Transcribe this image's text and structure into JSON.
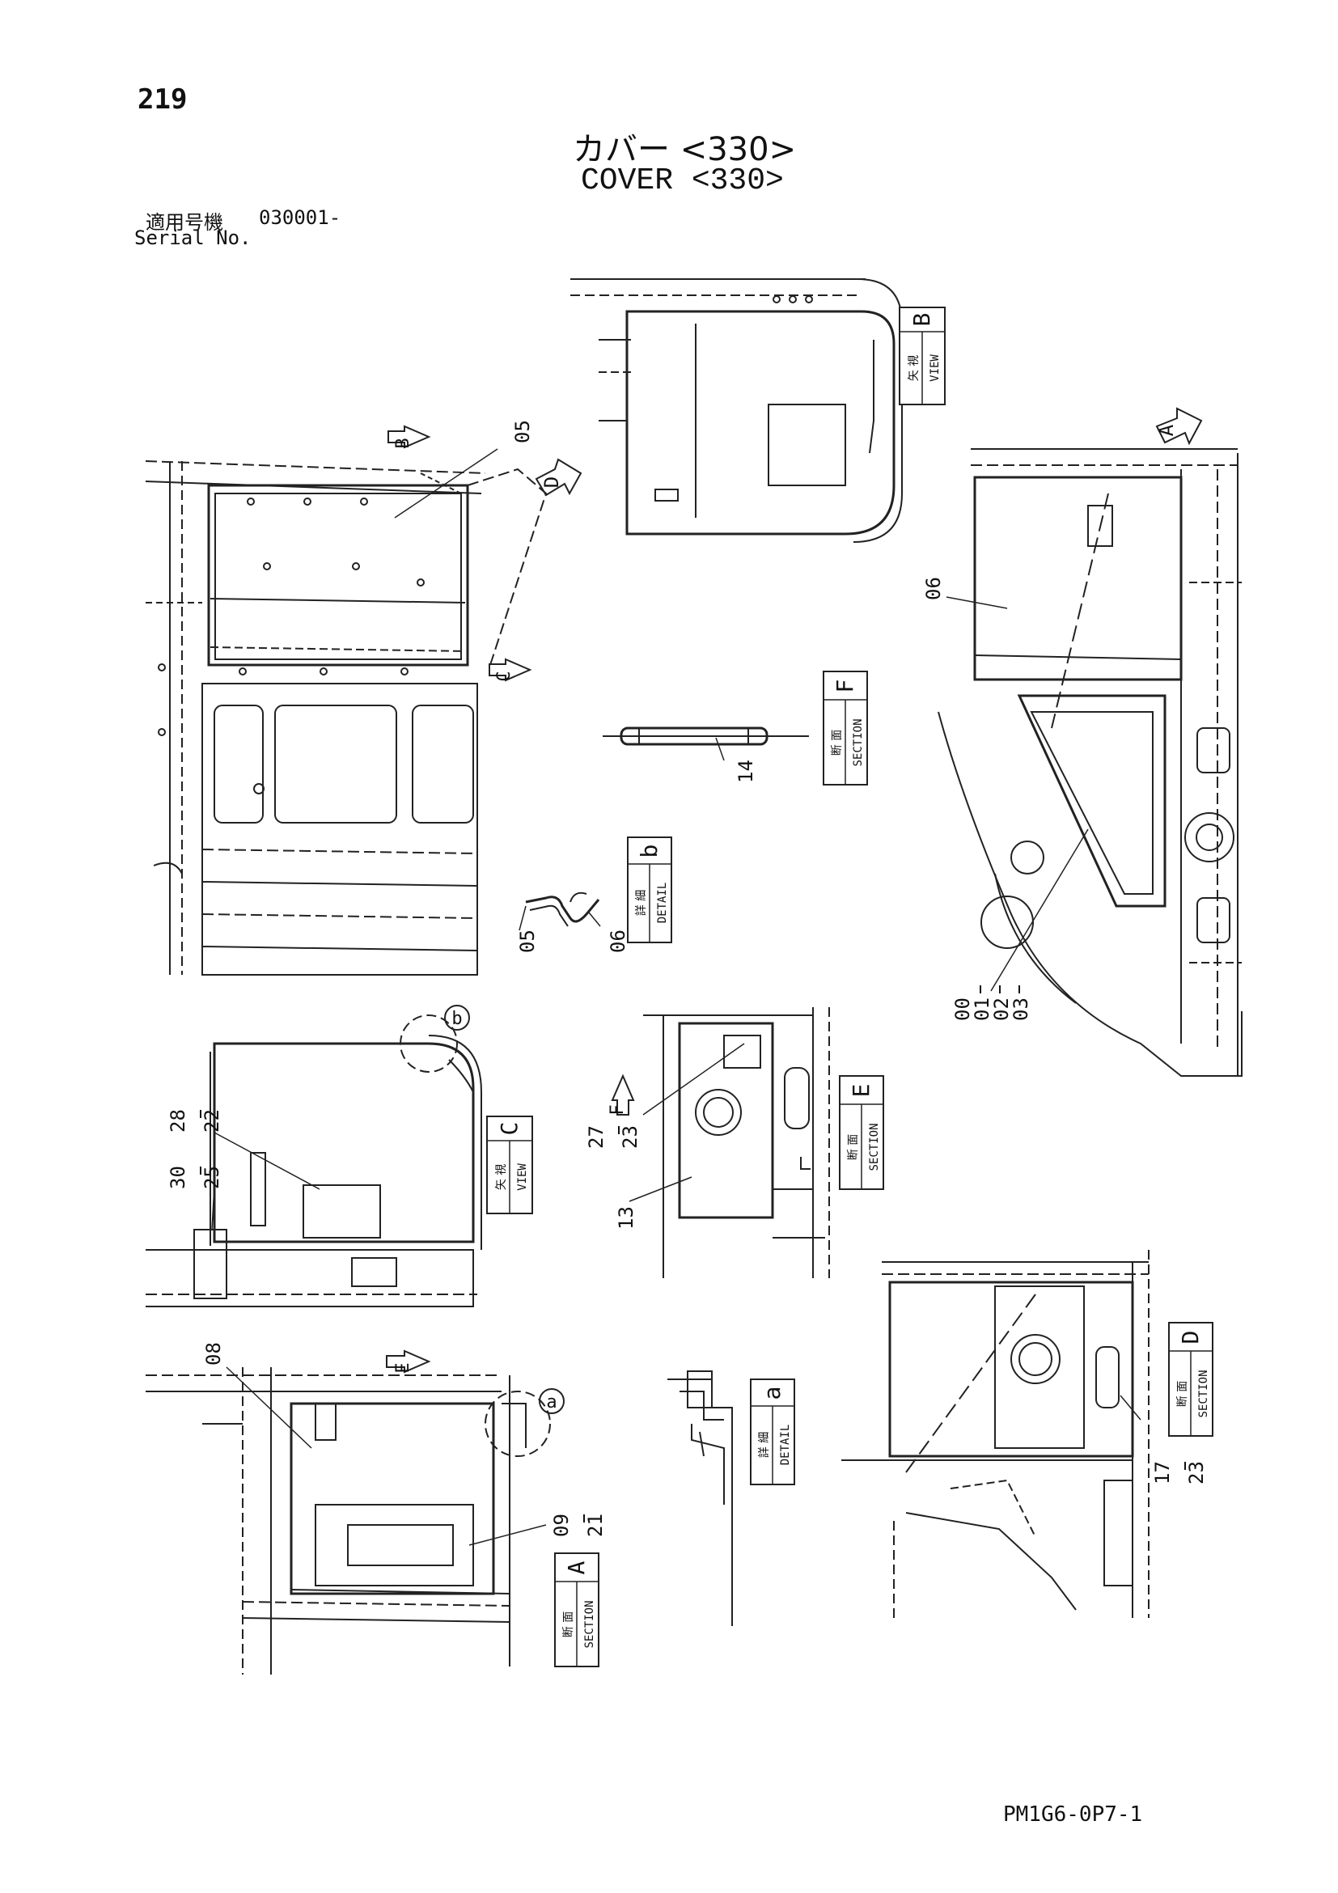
{
  "header": {
    "page_number": "219",
    "title_ja": "カバー <330>",
    "title_en": "COVER <330>",
    "serial_label_ja": "適用号機",
    "serial_value": "030001-",
    "serial_label_en": "Serial No."
  },
  "footer": {
    "drawing_code": "PM1G6-0P7-1"
  },
  "views": {
    "view_b": {
      "ja": "矢 視",
      "en": "VIEW",
      "letter": "B"
    },
    "view_c": {
      "ja": "矢 視",
      "en": "VIEW",
      "letter": "C"
    },
    "section_f": {
      "ja": "断 面",
      "en": "SECTION",
      "letter": "F"
    },
    "section_e": {
      "ja": "断 面",
      "en": "SECTION",
      "letter": "E"
    },
    "section_d": {
      "ja": "断 面",
      "en": "SECTION",
      "letter": "D"
    },
    "section_a": {
      "ja": "断 面",
      "en": "SECTION",
      "letter": "A"
    },
    "detail_b": {
      "ja": "詳 細",
      "en": "DETAIL",
      "letter": "b"
    },
    "detail_a": {
      "ja": "詳 細",
      "en": "DETAIL",
      "letter": "a"
    }
  },
  "arrows": {
    "a": "A",
    "b": "B",
    "c": "C",
    "d": "D",
    "e": "E",
    "f": "F"
  },
  "circles": {
    "b": "b",
    "a": "a"
  },
  "callouts": {
    "c05_top": "05",
    "c06_right": "06",
    "c14": "14",
    "c05_detail": "05",
    "c06_detail": "06",
    "c00_03": [
      "00",
      "01",
      "02",
      "03"
    ],
    "c28_22": [
      "28",
      "22"
    ],
    "c30_25": [
      "30",
      "25"
    ],
    "c27_23": [
      "27",
      "23"
    ],
    "c13": "13",
    "c08": "08",
    "c09_21": [
      "09",
      "21"
    ],
    "c17_23": [
      "17",
      "23"
    ]
  }
}
